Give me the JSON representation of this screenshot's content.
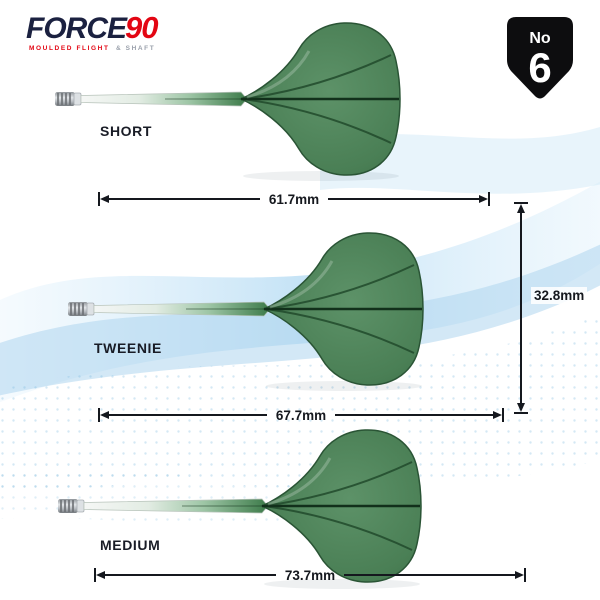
{
  "logo": {
    "force": "FORCE",
    "ninety": "90",
    "subtitle_primary": "MOULDED FLIGHT",
    "subtitle_secondary": "& SHAFT"
  },
  "badge": {
    "no": "No",
    "number": "6"
  },
  "darts": [
    {
      "name": "short",
      "label": "SHORT",
      "dimension": "61.7mm"
    },
    {
      "name": "tweenie",
      "label": "TWEENIE",
      "dimension": "67.7mm"
    },
    {
      "name": "medium",
      "label": "MEDIUM",
      "dimension": "73.7mm"
    }
  ],
  "side_dimension": {
    "label": "32.8mm"
  },
  "colors": {
    "flight_green": "#4d8153",
    "flight_edge": "#2a5435",
    "logo_red": "#e30613",
    "logo_navy": "#1b2140",
    "badge_black": "#0d0d0f",
    "dimension_text": "#15181e",
    "background_blue": "#cde7f7"
  }
}
